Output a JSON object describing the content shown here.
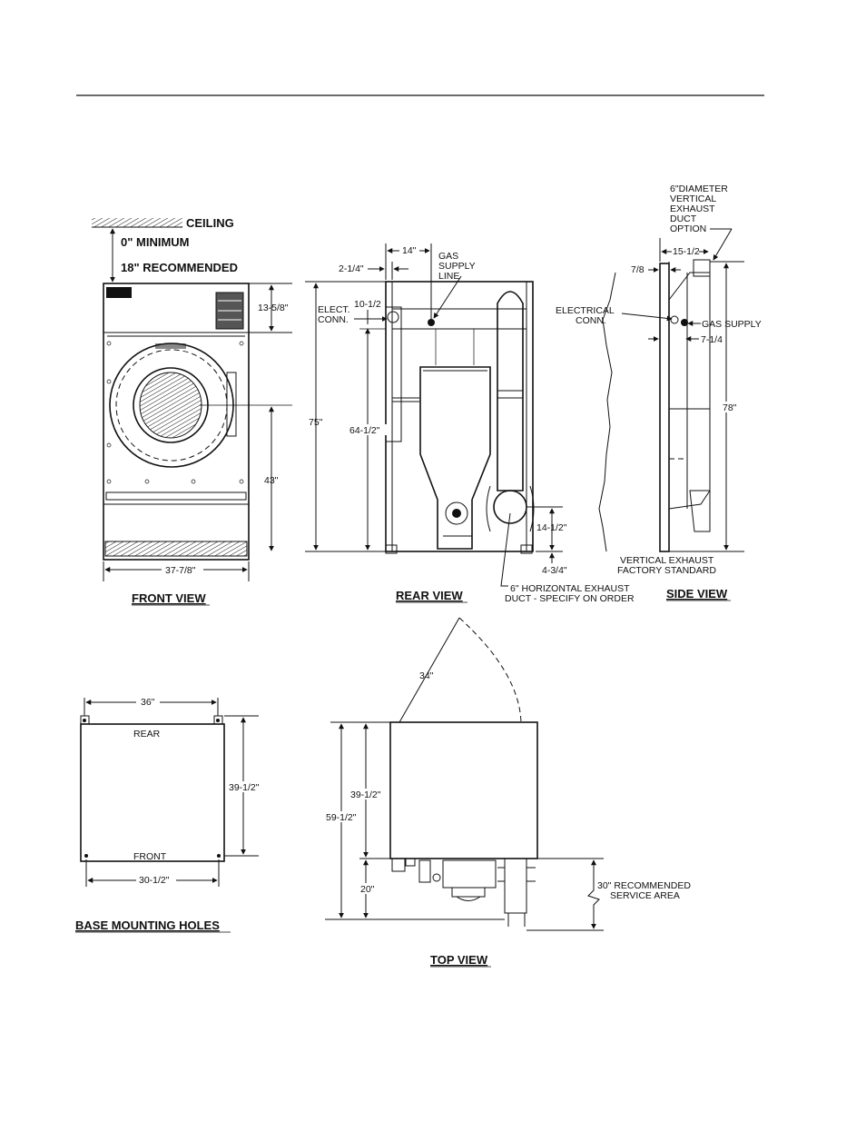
{
  "ceiling": {
    "label": "CEILING",
    "min": "0\" MINIMUM",
    "recommended": "18\" RECOMMENDED"
  },
  "front_view": {
    "title": "FRONT VIEW",
    "dim_top": "13-5/8\"",
    "dim_door": "43\"",
    "dim_width": "37-7/8\""
  },
  "rear_view": {
    "title": "REAR VIEW",
    "dim_height": "75\"",
    "dim_14": "14\"",
    "dim_2_1_4": "2-1/4\"",
    "gas_supply_line": [
      "GAS",
      "SUPPLY",
      "LINE"
    ],
    "elect_conn": [
      "ELECT.",
      "CONN."
    ],
    "dim_10_1_2": "10-1/2",
    "dim_64_1_2": "64-1/2\"",
    "dim_14_1_2": "14-1/2\"",
    "dim_4_3_4": "4-3/4\"",
    "exhaust_note": [
      "6\" HORIZONTAL EXHAUST",
      "DUCT - SPECIFY ON ORDER"
    ]
  },
  "side_view": {
    "title": "SIDE VIEW",
    "vertical_option": [
      "6\"DIAMETER",
      "VERTICAL",
      "EXHAUST",
      "DUCT",
      "OPTION"
    ],
    "dim_15_1_2": "15-1/2",
    "dim_7_8": "7/8",
    "electrical_conn": [
      "ELECTRICAL",
      "CONN."
    ],
    "gas_supply": "GAS SUPPLY",
    "dim_7_1_4": "7-1/4",
    "dim_78": "78\"",
    "vertical_std": [
      "VERTICAL EXHAUST",
      "FACTORY STANDARD"
    ]
  },
  "base_mounting": {
    "title": "BASE MOUNTING HOLES",
    "dim_36": "36\"",
    "rear": "REAR",
    "front": "FRONT",
    "dim_39_1_2": "39-1/2\"",
    "dim_30_1_2": "30-1/2\""
  },
  "top_view": {
    "title": "TOP VIEW",
    "dim_34": "34\"",
    "dim_39_1_2": "39-1/2\"",
    "dim_59_1_2": "59-1/2\"",
    "dim_20": "20\"",
    "service_area": [
      "30\" RECOMMENDED",
      "SERVICE AREA"
    ]
  }
}
